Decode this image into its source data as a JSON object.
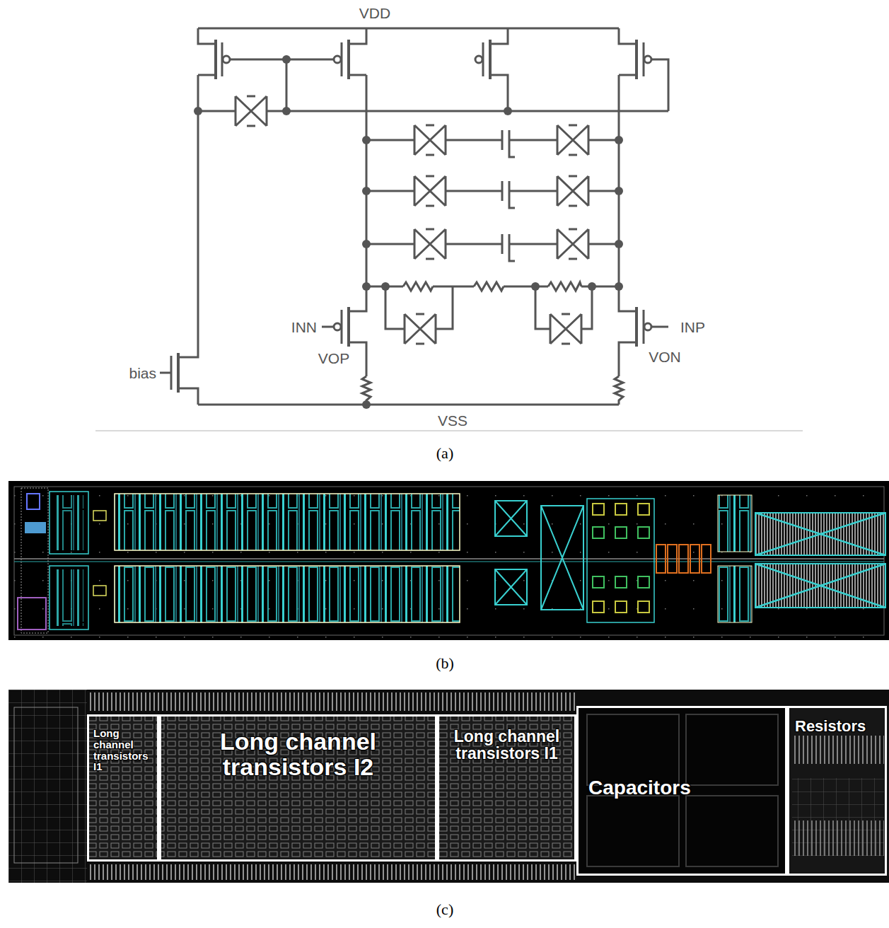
{
  "diagram": {
    "nodes": [
      {
        "text": [
          "Long channel transistors I1"
        ]
      },
      {
        "text": [
          "Long channel transistors I2"
        ]
      },
      {
        "text": [
          "Long channel transistors I1"
        ]
      },
      {
        "text": [
          "Capacitors"
        ]
      },
      {
        "text": [
          "Resistors"
        ]
      }
    ],
    "labels": [
      "VDD",
      "INN",
      "VOP",
      "bias",
      "INP",
      "VON",
      "VSS",
      "(a)",
      "(b)",
      "(c)"
    ]
  }
}
